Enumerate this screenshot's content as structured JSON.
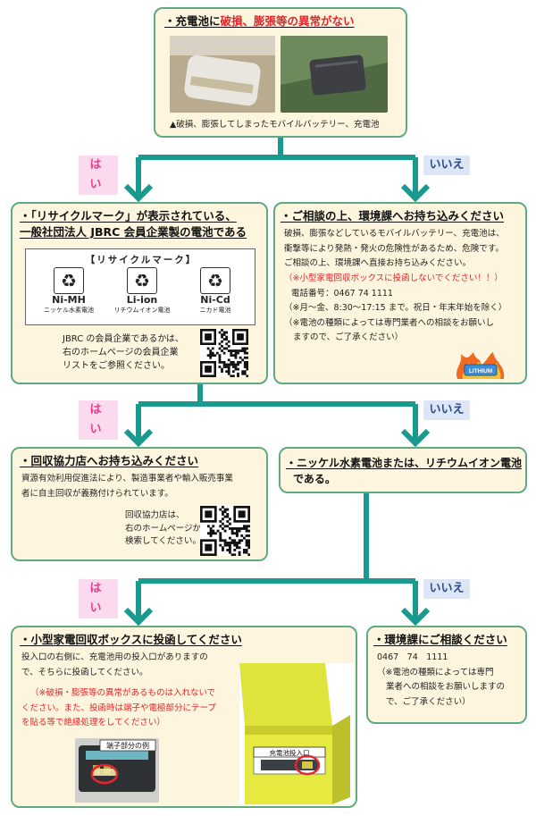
{
  "colors": {
    "arrow": "#1a9a8e",
    "box_bg": "#fef5de",
    "box_border": "#5fa985",
    "yes_bg": "#fbd9ee",
    "yes_text": "#e73d8c",
    "no_bg": "#dce6f7",
    "no_text": "#2d4a8e",
    "warning_red": "#e0262b"
  },
  "q1": {
    "title_prefix": "・充電池に",
    "title_red": "破損、膨張等の異常がない",
    "caption": "▲破損、膨張してしまったモバイルバッテリー、充電池"
  },
  "q1_yes": "は い",
  "q1_no": "いいえ",
  "consult": {
    "title": "・ご相談の上、環境課へお持ち込みください",
    "lines": [
      "破損、膨張などしているモバイルバッテリー、充電池は、",
      "衝撃等により発熱・発火の危険性があるため、危険です。",
      "ご相談の上、環境課へ直接お持ち込みください。"
    ],
    "warning": "（※小型家電回収ボックスに投函しないでください！！）",
    "phone": "電話番号：0467 74 1111",
    "hours": "（※月～金、8:30～17:15 まで。祝日・年末年始を除く）",
    "note1": "（※電池の種類によっては専門業者への相談をお願いし",
    "note2": "ますので、ご了承ください）",
    "fire_icon": "battery-fire-icon",
    "fire_label": "LITHIUM"
  },
  "q2": {
    "title1": "・「リサイクルマーク」が表示されている、",
    "title2": "一般社団法人 JBRC 会員企業製の電池である",
    "mark_header": "【リサイクルマーク】",
    "marks": [
      {
        "code": "Ni-MH",
        "name": "ニッケル水素電池"
      },
      {
        "code": "Li-ion",
        "name": "リチウムイオン電池"
      },
      {
        "code": "Ni-Cd",
        "name": "ニカド電池"
      }
    ],
    "text1": "JBRC の会員企業であるかは、",
    "text2": "右のホームページの会員企業",
    "text3": "リストをご参照ください。"
  },
  "q2_yes": "は い",
  "q2_no": "いいえ",
  "store": {
    "title": "・回収協力店へお持ち込みください",
    "line1": "資源有効利用促進法により、製造事業者や輸入販売事業",
    "line2": "者に自主回収が義務付けられています。",
    "sub1": "回収協力店は、",
    "sub2": "右のホームページから",
    "sub3": "検索してください。"
  },
  "q3": {
    "title1": "・ニッケル水素電池または、リチウムイオン電池",
    "title2": "である。"
  },
  "q3_yes": "は い",
  "q3_no": "いいえ",
  "box_drop": {
    "title": "・小型家電回収ボックスに投函してください",
    "line1": "投入口の右側に、充電池用の投入口がありますの",
    "line2": "で、そちらに投函してください。",
    "warn1": "（※破損・膨張等の異常があるものは入れないで",
    "warn2": "ください。また、投函時は端子や電極部分にテープ",
    "warn3": "を貼る等で絶縁処理をしてください）",
    "terminal_label": "端子部分の例",
    "slot_label": "充電池投入口"
  },
  "env": {
    "title": "・環境課にご相談ください",
    "phone": "0467　74　1111",
    "note1": "（※電池の種類によっては専門",
    "note2": "業者への相談をお願いしますの",
    "note3": "で、ご了承ください）"
  }
}
